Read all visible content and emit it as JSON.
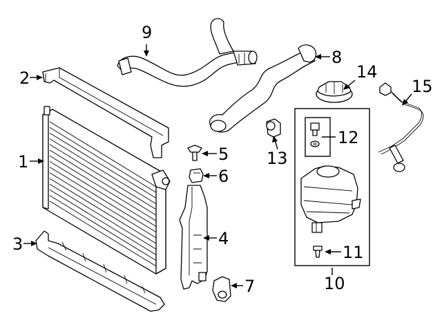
{
  "diagram": {
    "callouts": {
      "c1": "1",
      "c2": "2",
      "c3": "3",
      "c4": "4",
      "c5": "5",
      "c6": "6",
      "c7": "7",
      "c8": "8",
      "c9": "9",
      "c10": "10",
      "c11": "11",
      "c12": "12",
      "c13": "13",
      "c14": "14",
      "c15": "15"
    }
  }
}
